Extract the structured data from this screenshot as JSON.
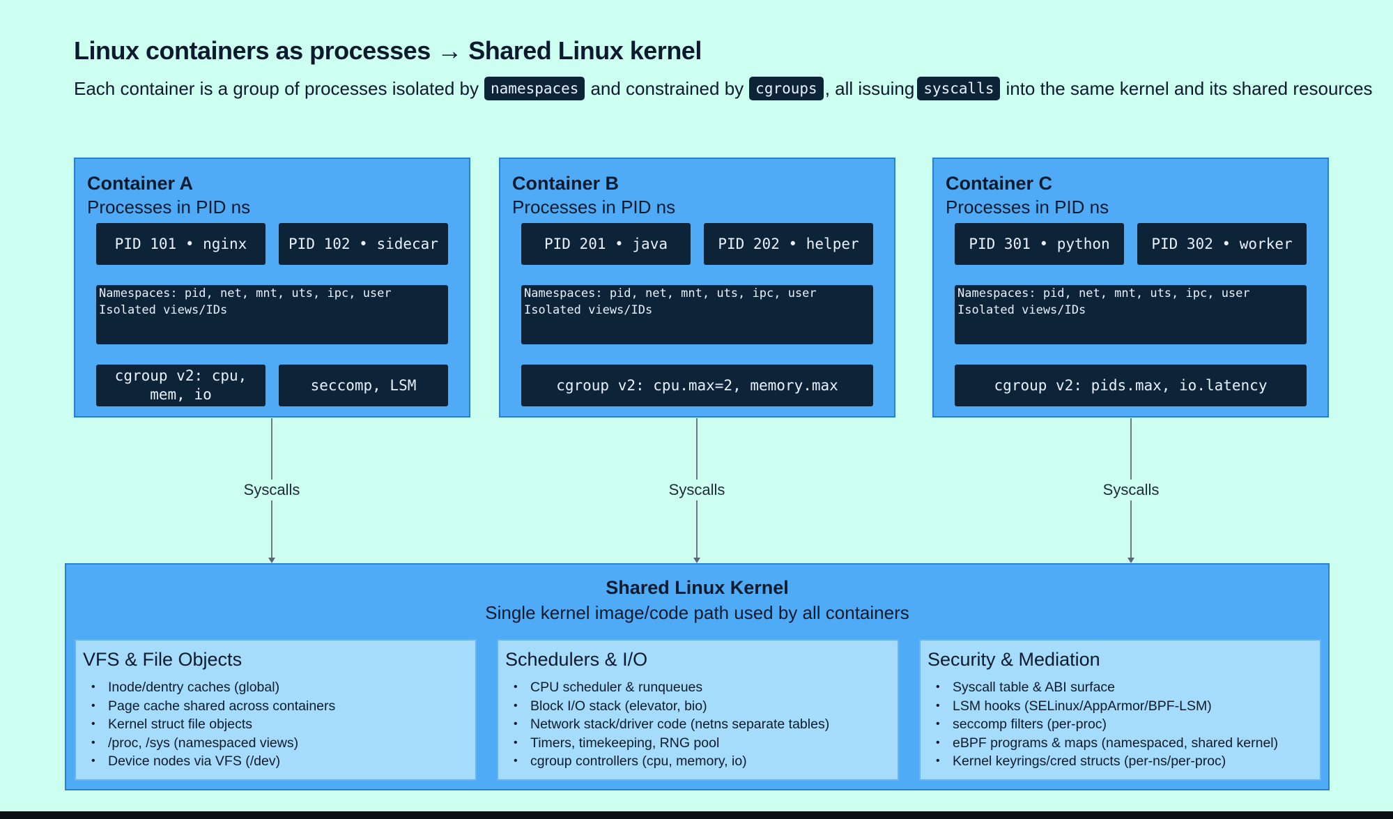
{
  "title": "Linux containers as processes → Shared Linux kernel",
  "subtitle": {
    "part1": "Each container is a group of processes isolated by",
    "chip1": "namespaces",
    "part2": "and constrained by",
    "chip2": "cgroups",
    "part3": ", all issuing",
    "chip3": "syscalls",
    "part4": "into the same kernel and its shared resources"
  },
  "containers": [
    {
      "name": "Container A",
      "subtitle": "Processes in PID ns",
      "pids": [
        "PID 101 • nginx",
        "PID 102 • sidecar"
      ],
      "namespaces": [
        "Namespaces: pid, net, mnt, uts, ipc, user",
        "Isolated views/IDs"
      ],
      "controls": [
        "cgroup v2: cpu, mem, io",
        "seccomp, LSM"
      ]
    },
    {
      "name": "Container B",
      "subtitle": "Processes in PID ns",
      "pids": [
        "PID 201 • java",
        "PID 202 • helper"
      ],
      "namespaces": [
        "Namespaces: pid, net, mnt, uts, ipc, user",
        "Isolated views/IDs"
      ],
      "controls": [
        "cgroup v2: cpu.max=2, memory.max"
      ]
    },
    {
      "name": "Container C",
      "subtitle": "Processes in PID ns",
      "pids": [
        "PID 301 • python",
        "PID 302 • worker"
      ],
      "namespaces": [
        "Namespaces: pid, net, mnt, uts, ipc, user",
        "Isolated views/IDs"
      ],
      "controls": [
        "cgroup v2: pids.max, io.latency"
      ]
    }
  ],
  "connector_label": "Syscalls",
  "kernel": {
    "title": "Shared Linux Kernel",
    "subtitle": "Single kernel image/code path used by all containers",
    "panels": [
      {
        "title": "VFS & File Objects",
        "items": [
          "Inode/dentry caches (global)",
          "Page cache shared across containers",
          "Kernel struct file objects",
          "/proc, /sys (namespaced views)",
          "Device nodes via VFS (/dev)"
        ]
      },
      {
        "title": "Schedulers & I/O",
        "items": [
          "CPU scheduler & runqueues",
          "Block I/O stack (elevator, bio)",
          "Network stack/driver code (netns separate tables)",
          "Timers, timekeeping, RNG pool",
          "cgroup controllers (cpu, memory, io)"
        ]
      },
      {
        "title": "Security & Mediation",
        "items": [
          "Syscall table & ABI surface",
          "LSM hooks (SELinux/AppArmor/BPF-LSM)",
          "seccomp filters (per-proc)",
          "eBPF programs & maps (namespaced, shared kernel)",
          "Kernel keyrings/cred structs (per-ns/per-proc)"
        ]
      }
    ]
  },
  "colors": {
    "background": "#cdfff0",
    "container_fill": "#4fabf6",
    "dark_box": "#0d2338",
    "panel_fill": "#a6dcfb"
  }
}
